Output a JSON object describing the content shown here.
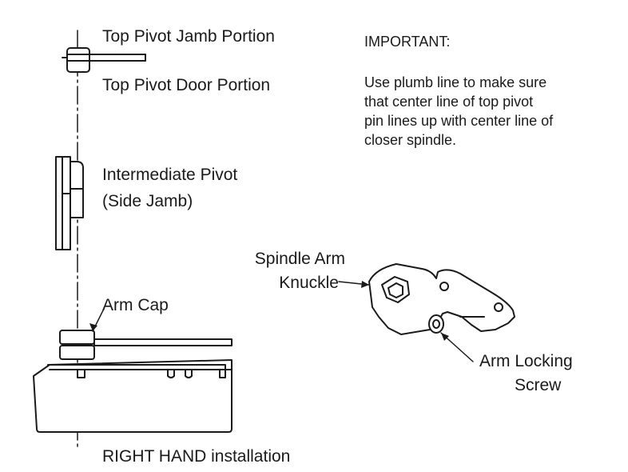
{
  "labels": {
    "top_pivot_jamb": "Top Pivot Jamb Portion",
    "top_pivot_door": "Top Pivot Door Portion",
    "intermediate_pivot": [
      "Intermediate Pivot",
      "(Side Jamb)"
    ],
    "arm_cap": "Arm Cap",
    "spindle_arm_knuckle": [
      "Spindle Arm",
      "Knuckle"
    ],
    "arm_locking_screw": [
      "Arm Locking",
      "Screw"
    ],
    "caption": "RIGHT HAND installation"
  },
  "note": {
    "heading": "IMPORTANT:",
    "body": "Use plumb line to make sure that center line of top pivot pin lines up with center line of closer spindle."
  }
}
